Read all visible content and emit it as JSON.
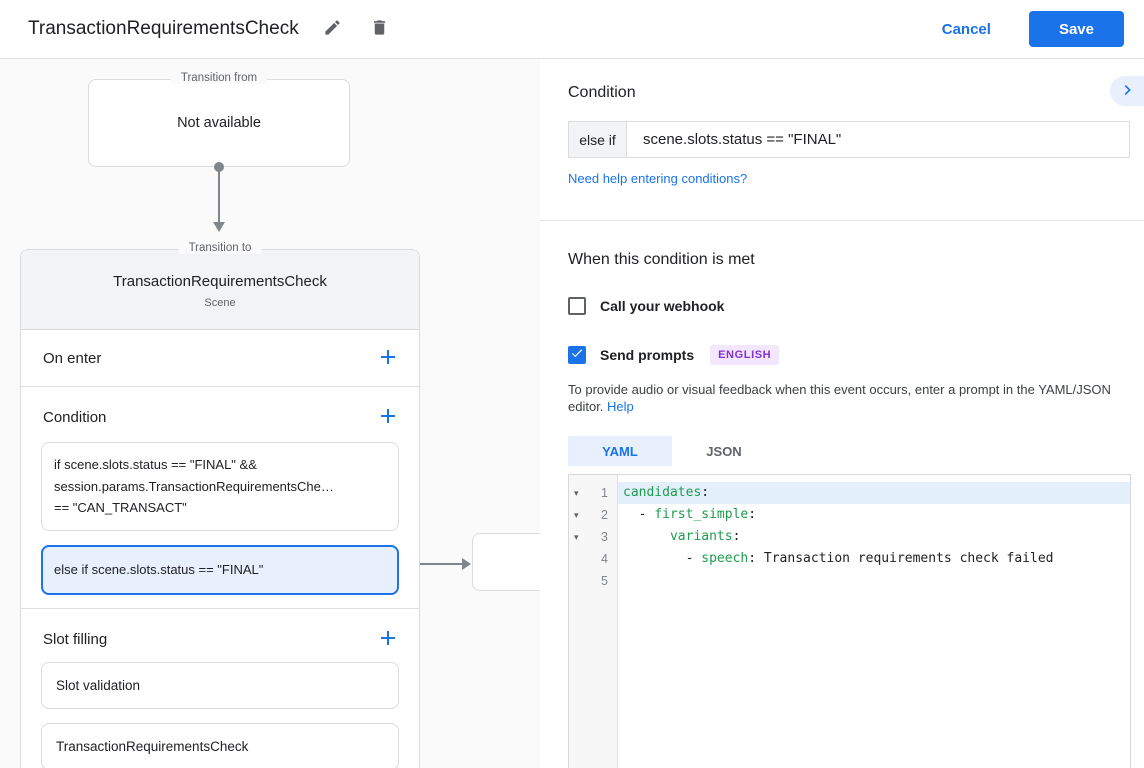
{
  "header": {
    "title": "TransactionRequirementsCheck",
    "cancel": "Cancel",
    "save": "Save"
  },
  "flow": {
    "from_box": {
      "legend": "Transition from",
      "text": "Not available"
    },
    "to_box": {
      "legend": "Transition to",
      "title": "TransactionRequirementsCheck",
      "type": "Scene",
      "on_enter_label": "On enter",
      "condition_label": "Condition",
      "condition1_lines": [
        "if scene.slots.status == \"FINAL\" &&",
        "session.params.TransactionRequirementsChe…",
        "== \"CAN_TRANSACT\""
      ],
      "condition2": "else if scene.slots.status == \"FINAL\"",
      "slot_filling_label": "Slot filling",
      "slots": [
        "Slot validation",
        "TransactionRequirementsCheck"
      ]
    }
  },
  "panel": {
    "title": "Condition",
    "prefix": "else if",
    "value": "scene.slots.status == \"FINAL\"",
    "help_link": "Need help entering conditions?",
    "when_title": "When this condition is met",
    "webhook_label": "Call your webhook",
    "prompts_label": "Send prompts",
    "language": "ENGLISH",
    "desc1": "To provide audio or visual feedback when this event occurs, enter a prompt in the YAML/JSON",
    "desc2": "editor.",
    "help": "Help",
    "tabs": [
      "YAML",
      "JSON"
    ],
    "gutter": [
      "1",
      "2",
      "3",
      "4",
      "5"
    ],
    "code": {
      "l1": {
        "key": "candidates",
        "post": ":"
      },
      "l2": {
        "pre": "  - ",
        "key": "first_simple",
        "post": ":"
      },
      "l3": {
        "pre": "      ",
        "key": "variants",
        "post": ":"
      },
      "l4": {
        "pre": "        - ",
        "key": "speech",
        "post": ": Transaction requirements check failed"
      }
    }
  },
  "colors": {
    "accent": "#1a73e8",
    "selected_bg": "#e8f0fe",
    "yaml_key": "#1d9c4d",
    "badge_bg": "#f2e7fd",
    "badge_text": "#8430ce"
  }
}
